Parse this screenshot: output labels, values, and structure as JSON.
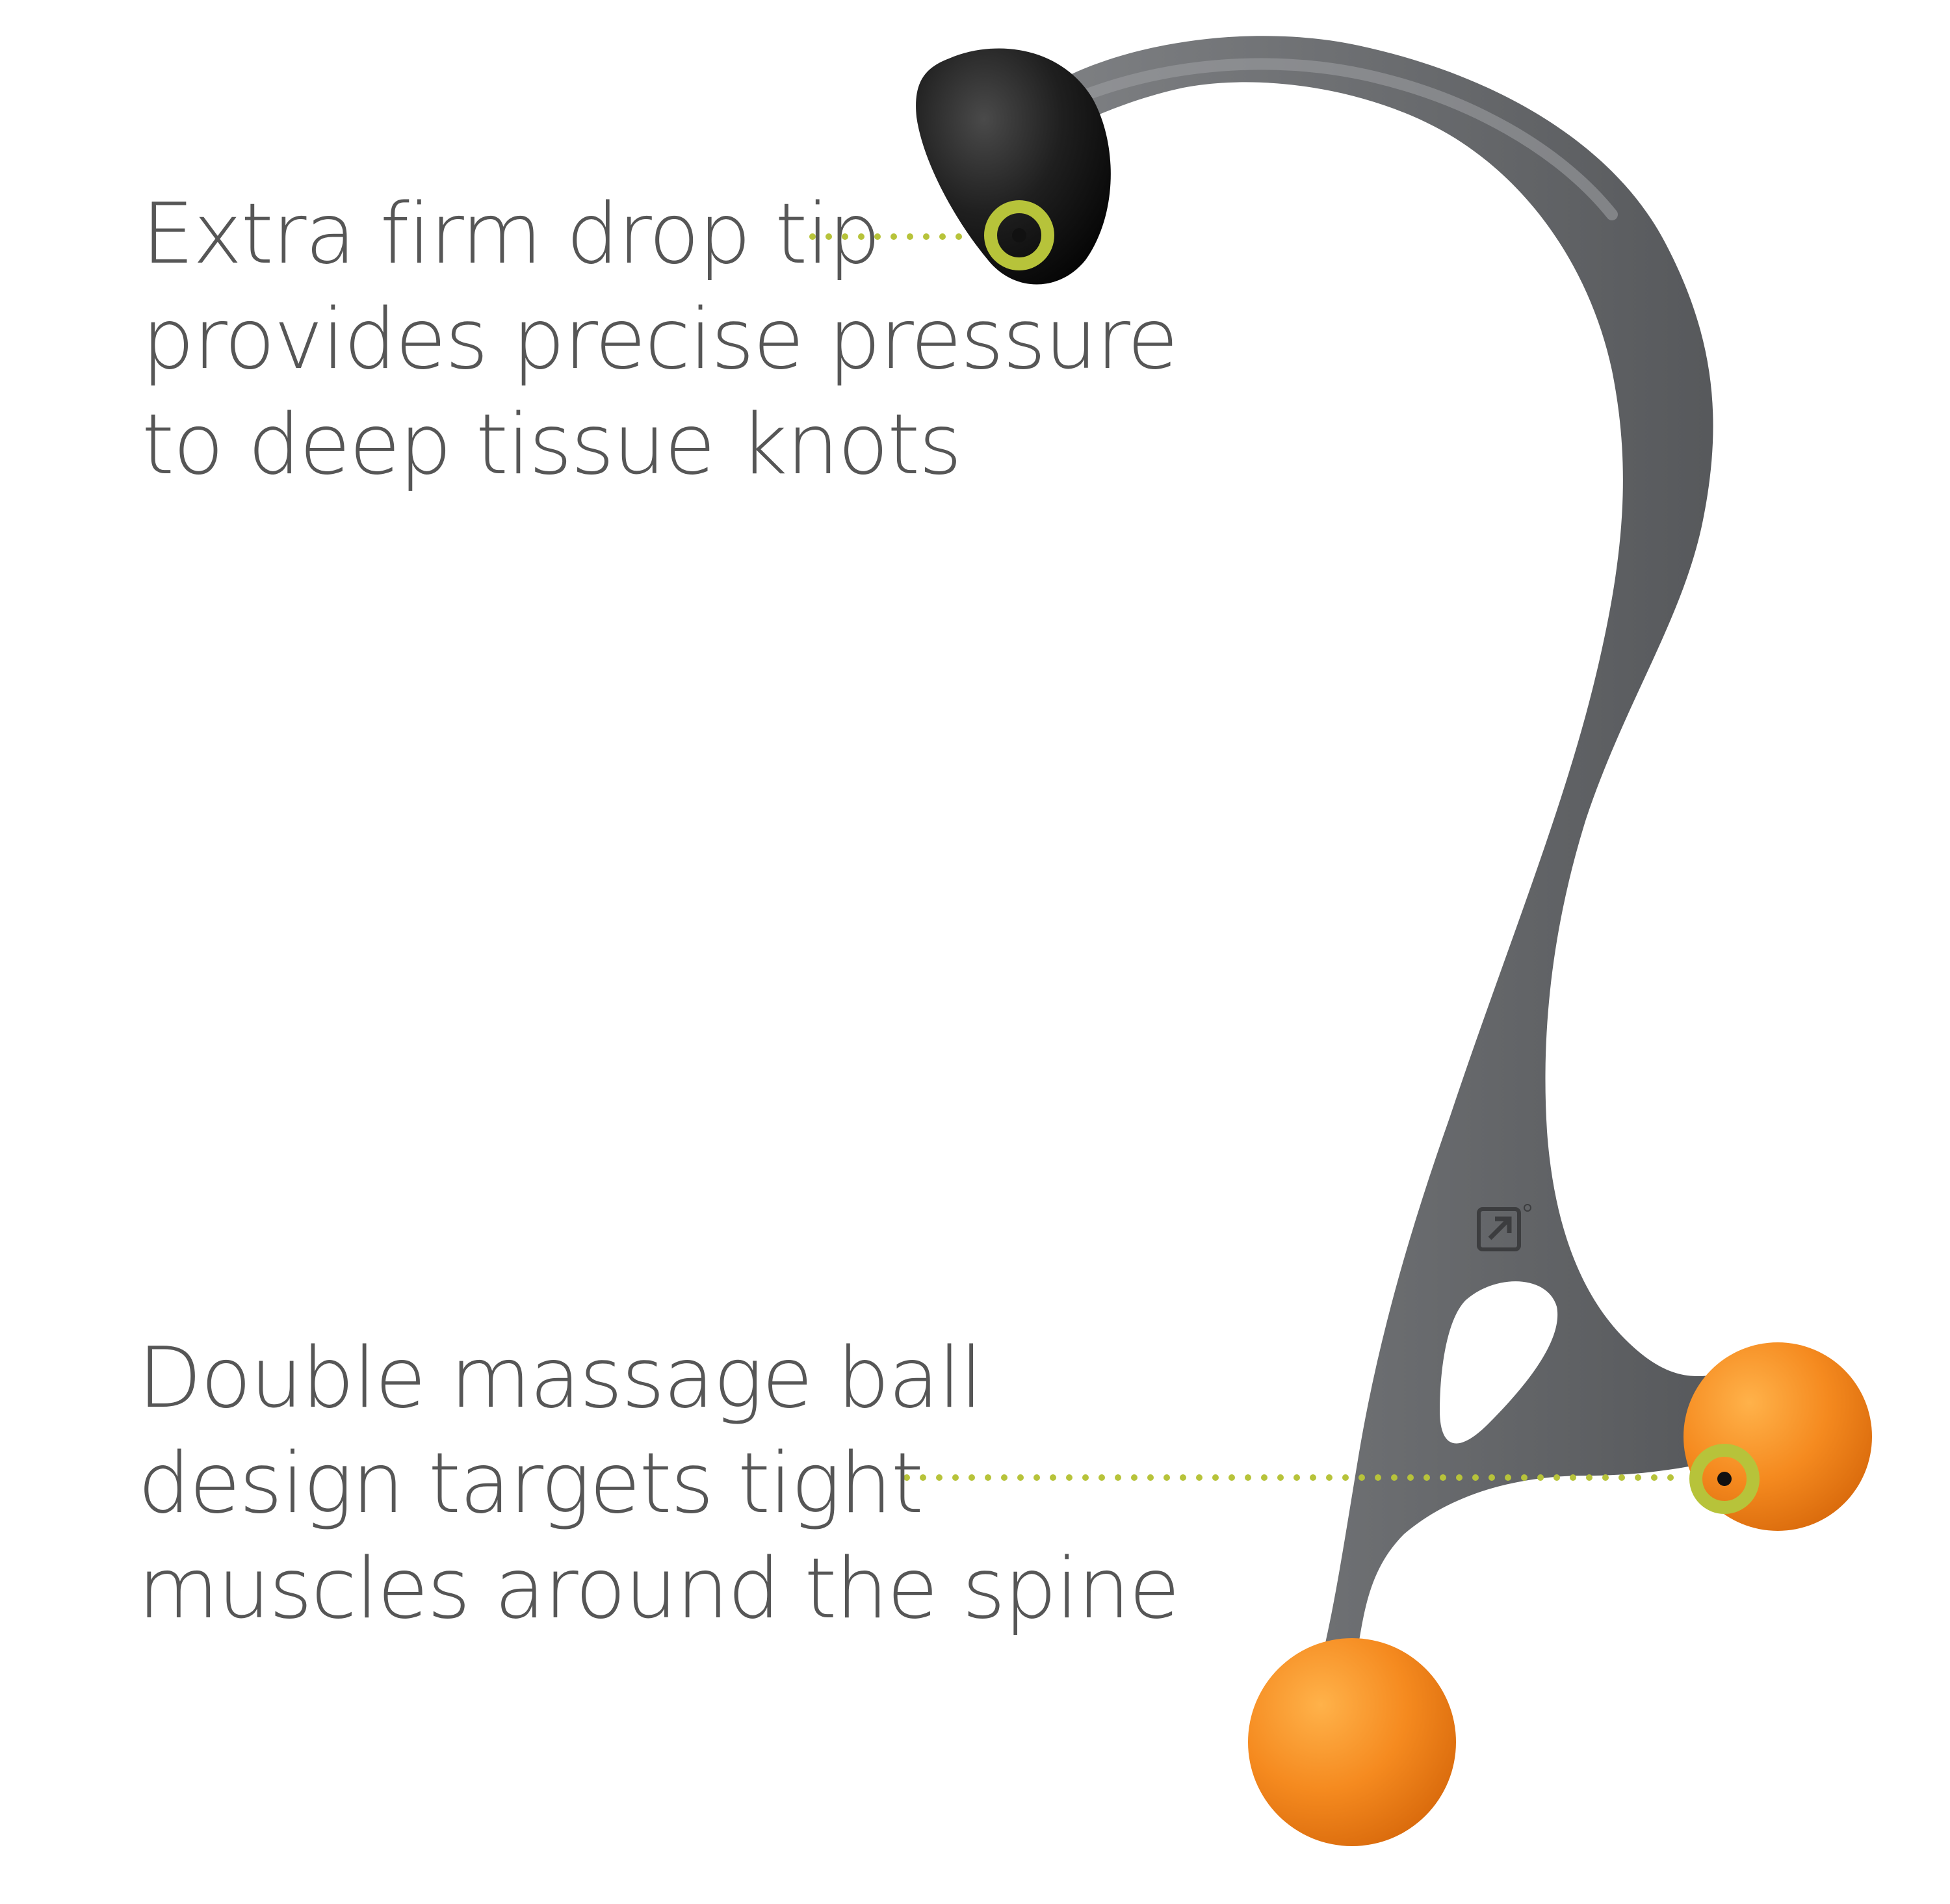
{
  "callouts": {
    "top": {
      "lines": [
        "Extra firm drop tip",
        "provides precise pressure",
        "to deep tissue knots"
      ]
    },
    "bottom": {
      "lines": [
        "Double massage ball",
        "design targets tight",
        "muscles around the spine"
      ]
    }
  },
  "colors": {
    "text": "#565656",
    "accent": "#B7C33A",
    "frame": "#6E7073",
    "tip": "#1A1A1A",
    "ball": "#F58A1F"
  },
  "icons": {
    "top_marker": "target-marker-icon",
    "bottom_marker": "target-marker-icon",
    "brand_logo": "tp-logo-icon"
  }
}
